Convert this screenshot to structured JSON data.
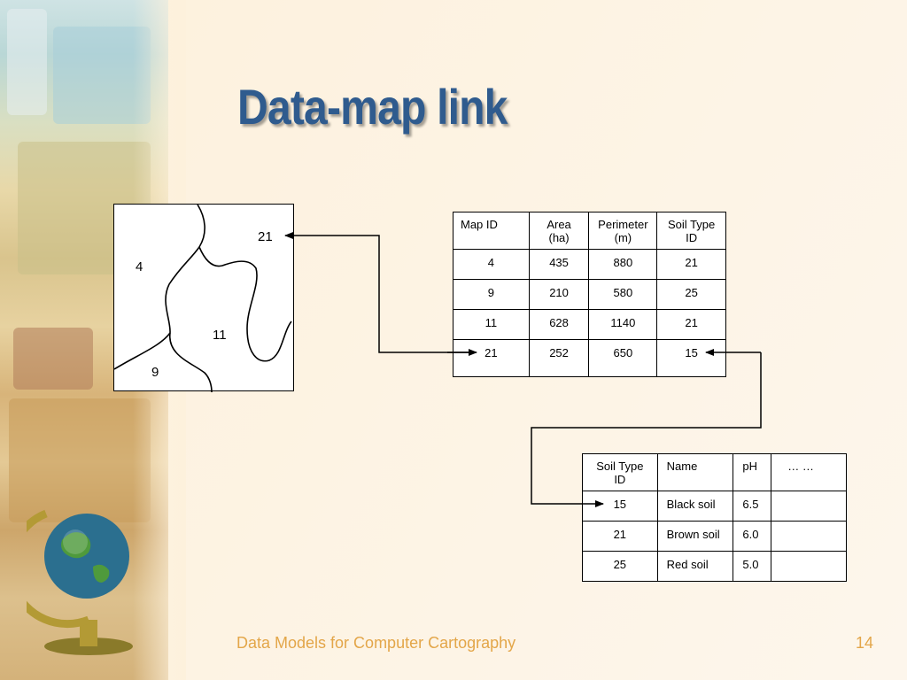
{
  "slide": {
    "title": "Data-map link",
    "footer_title": "Data Models for Computer Cartography",
    "page_number": "14"
  },
  "map": {
    "labels": {
      "p21": "21",
      "p4": "4",
      "p11": "11",
      "p9": "9"
    }
  },
  "attribute_table": {
    "headers": [
      "Map ID",
      "Area (ha)",
      "Perimeter (m)",
      "Soil Type ID"
    ],
    "header_lines": [
      [
        "Map ID"
      ],
      [
        "Area",
        "(ha)"
      ],
      [
        "Perimeter",
        "(m)"
      ],
      [
        "Soil Type",
        "ID"
      ]
    ],
    "rows": [
      [
        "4",
        "435",
        "880",
        "21"
      ],
      [
        "9",
        "210",
        "580",
        "25"
      ],
      [
        "11",
        "628",
        "1140",
        "21"
      ],
      [
        "21",
        "252",
        "650",
        "15"
      ]
    ]
  },
  "soil_table": {
    "headers": [
      "Soil Type ID",
      "Name",
      "pH",
      "… …"
    ],
    "header_lines": [
      [
        "Soil Type",
        "ID"
      ],
      [
        "Name"
      ],
      [
        "pH"
      ],
      [
        "… …"
      ]
    ],
    "rows": [
      [
        "15",
        "Black soil",
        "6.5",
        ""
      ],
      [
        "21",
        "Brown soil",
        "6.0",
        ""
      ],
      [
        "25",
        "Red soil",
        "5.0",
        ""
      ]
    ]
  },
  "colors": {
    "title": "#2f5b8e",
    "footer": "#e3a649",
    "background": "#fdf3e3"
  },
  "icons": [
    "globe-icon",
    "arrow-head-icon"
  ]
}
